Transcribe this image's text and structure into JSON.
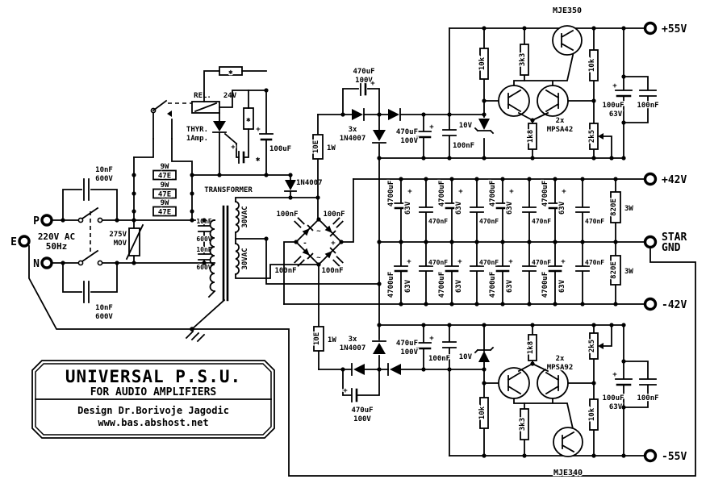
{
  "colors": {
    "ink": "#000000",
    "paper": "#ffffff"
  },
  "terminals": {
    "p": "P",
    "e": "E",
    "n": "N",
    "v55p": "+55V",
    "v42p": "+42V",
    "star1": "STAR",
    "star2": "GND",
    "v42n": "-42V",
    "v55n": "-55V"
  },
  "mains": {
    "v": "220V AC",
    "f": "50Hz"
  },
  "input": {
    "snub": "10nF",
    "snub_v": "600V",
    "mov": "275V",
    "mov2": "MOV",
    "r_w": "9W",
    "r_val": "47E"
  },
  "relay": {
    "name": "REL.",
    "coil_v": "24V",
    "thyr": "THYR.",
    "thyr_a": "1Amp.",
    "cap": "100uF",
    "diode": "1N4007"
  },
  "sym": {
    "ast": "✱",
    "plus": "+",
    "minus": "-",
    "tilde": "~"
  },
  "xfmr": {
    "title": "TRANSFORMER",
    "sec": "30VAC",
    "snub": "10nF",
    "snub_v": "600V"
  },
  "bridge": {
    "cap": "100nF"
  },
  "pump": {
    "r": "10E",
    "r_w": "1W",
    "qty": "3x",
    "diode": "1N4007",
    "cap": "470uF",
    "cap_v": "100V",
    "cap2": "100nF",
    "zener": "10V"
  },
  "reg": {
    "q_pos": "MJE350",
    "q_neg": "MJE340",
    "pair_qty": "2x",
    "pair_pos": "MPSA42",
    "pair_neg": "MPSA92",
    "r10k": "10k",
    "r3k3": "3k3",
    "r1k8": "1k8",
    "r2k5": "2k5",
    "cap": "100uF",
    "cap_v": "63V",
    "cap2": "100nF"
  },
  "bank": {
    "elec": "4700uF",
    "elec_v": "63V",
    "film": "470nF",
    "bleeder": "820E",
    "bleeder_w": "3W"
  },
  "title_block": {
    "line1": "UNIVERSAL P.S.U.",
    "line2": "FOR AUDIO AMPLIFIERS",
    "line3": "Design Dr.Borivoje Jagodic",
    "line4": "www.bas.abshost.net"
  }
}
